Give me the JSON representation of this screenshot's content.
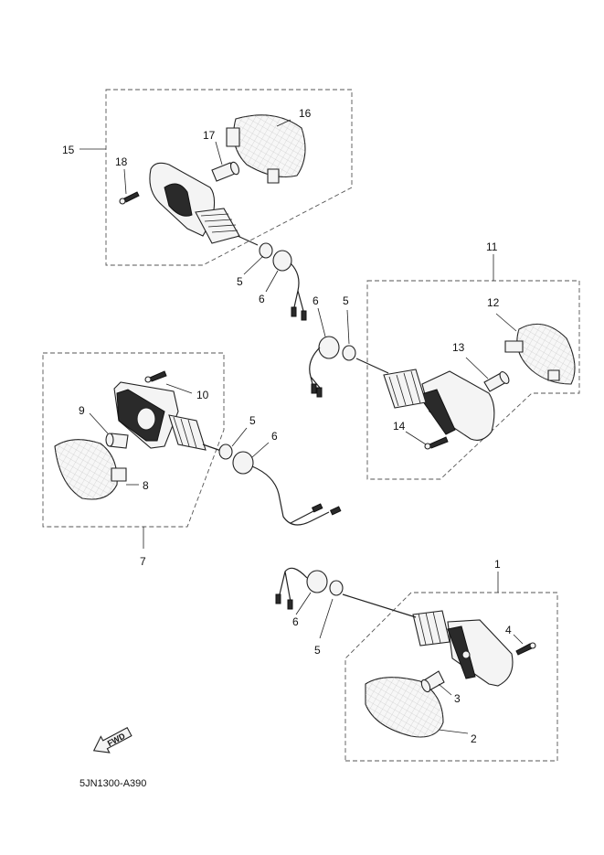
{
  "diagram": {
    "document_code": "5JN1300-A390",
    "fwd_label": "FWD",
    "callouts": {
      "c1": "1",
      "c2": "2",
      "c3": "3",
      "c4": "4",
      "c5a": "5",
      "c5b": "5",
      "c5c": "5",
      "c5d": "5",
      "c6a": "6",
      "c6b": "6",
      "c6c": "6",
      "c6d": "6",
      "c7": "7",
      "c8": "8",
      "c9": "9",
      "c10": "10",
      "c11": "11",
      "c12": "12",
      "c13": "13",
      "c14": "14",
      "c15": "15",
      "c16": "16",
      "c17": "17",
      "c18": "18"
    }
  }
}
